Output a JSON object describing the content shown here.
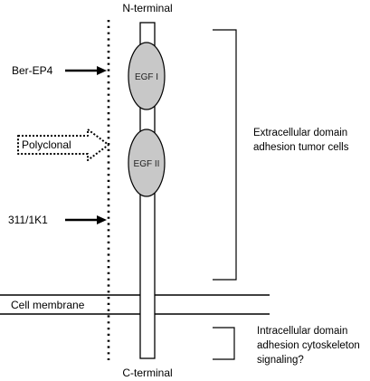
{
  "labels": {
    "n_terminal": "N-terminal",
    "c_terminal": "C-terminal",
    "cell_membrane": "Cell membrane"
  },
  "domains": {
    "egf1": "EGF I",
    "egf2": "EGF II"
  },
  "antibodies": {
    "ber_ep4": "Ber-EP4",
    "polyclonal": "Polyclonal",
    "k1_311": "311/1K1"
  },
  "regions": {
    "extracellular": {
      "line1": "Extracellular domain",
      "line2": "adhesion tumor cells"
    },
    "intracellular": {
      "line1": "Intracellular domain",
      "line2": "adhesion cytoskeleton",
      "line3": "signaling?"
    }
  },
  "colors": {
    "ink": "#000000",
    "egf_fill": "#c8c8c8",
    "background": "#ffffff"
  }
}
